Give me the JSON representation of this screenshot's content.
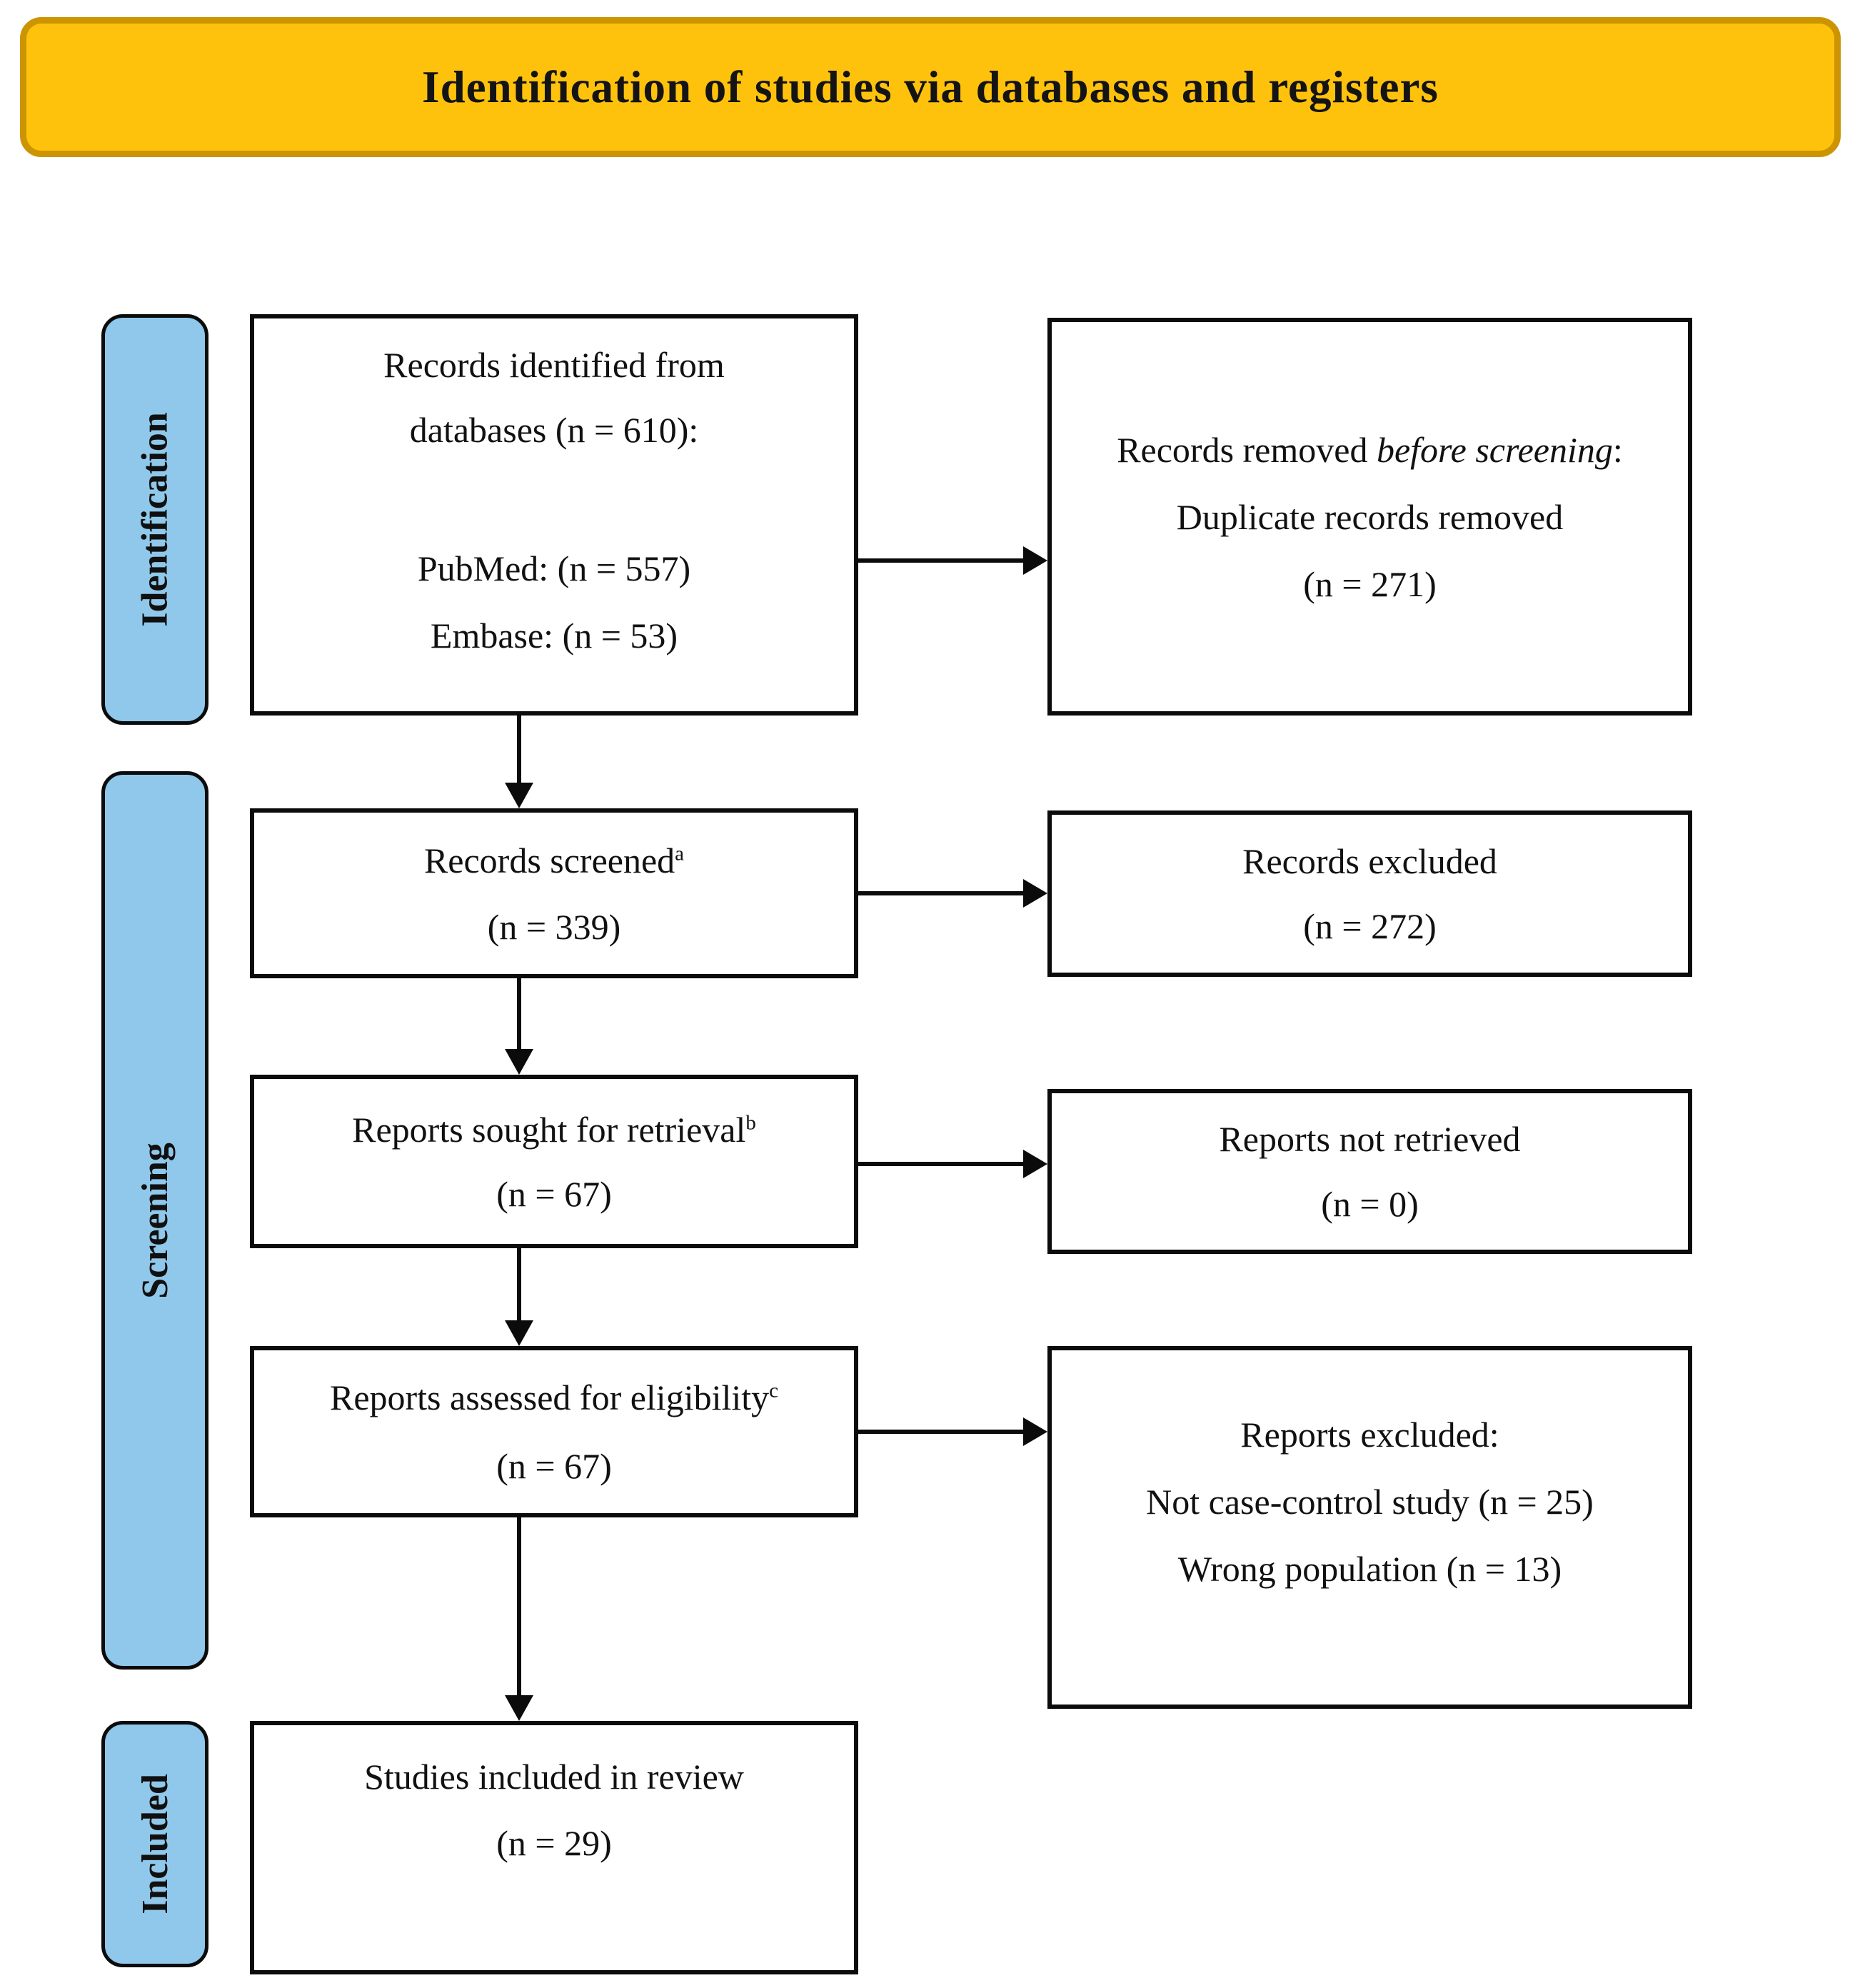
{
  "banner": {
    "title": "Identification of studies via databases and registers"
  },
  "stages": [
    {
      "label": "Identification"
    },
    {
      "label": "Screening"
    },
    {
      "label": "Included"
    }
  ],
  "nodes": {
    "records_identified": {
      "lines": [
        "Records identified from",
        "databases (n = 610):",
        "PubMed: (n = 557)",
        "Embase: (n = 53)"
      ]
    },
    "records_removed": {
      "l1_pre": "Records removed ",
      "l1_italic": "before screening",
      "l1_post": ":",
      "line2": "Duplicate records removed",
      "count": "(n = 271)"
    },
    "records_screened": {
      "label": "Records screened",
      "sup": "a",
      "count": "(n = 339)"
    },
    "records_excluded": {
      "label": "Records excluded",
      "count": "(n = 272)"
    },
    "reports_sought": {
      "label": "Reports sought for retrieval",
      "sup": "b",
      "count": "(n = 67)"
    },
    "reports_not_retrieved": {
      "label": "Reports not retrieved",
      "count": "(n = 0)"
    },
    "reports_assessed": {
      "label": "Reports assessed for eligibility",
      "sup": "c",
      "count": "(n = 67)"
    },
    "reports_excluded": {
      "line1": "Reports excluded:",
      "line2": "Not case-control study (n = 25)",
      "line3": "Wrong population (n = 13)"
    },
    "studies_included": {
      "label": "Studies included in review",
      "count": "(n = 29)"
    }
  },
  "colors": {
    "banner_fill": "#FEC20D",
    "banner_border": "#CC9400",
    "stage_fill": "#8FC8EA",
    "line": "#0B0B0B"
  }
}
